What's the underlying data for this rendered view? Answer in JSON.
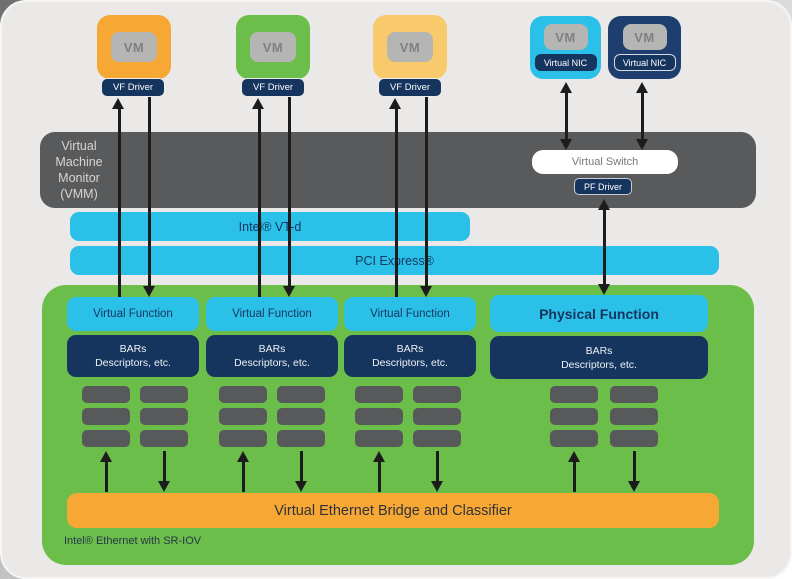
{
  "vms": [
    {
      "label": "VM",
      "driver_label": "VF Driver",
      "color": "#F7A733"
    },
    {
      "label": "VM",
      "driver_label": "VF Driver",
      "color": "#6CBE4B"
    },
    {
      "label": "VM",
      "driver_label": "VF Driver",
      "color": "#F9CA6B"
    },
    {
      "label": "VM",
      "nic_label": "Virtual NIC",
      "color": "#2BC0E8"
    },
    {
      "label": "VM",
      "nic_label": "Virtual NIC",
      "color": "#1D3E6E"
    }
  ],
  "vmm": {
    "label": "Virtual Machine Monitor (VMM)",
    "virtual_switch_label": "Virtual Switch",
    "pf_driver_label": "PF Driver"
  },
  "layers": {
    "vtd_label": "Intel® VT-d",
    "pci_label": "PCI Express®"
  },
  "adapter": {
    "virtual_function_labels": [
      "Virtual Function",
      "Virtual Function",
      "Virtual Function"
    ],
    "physical_function_label": "Physical Function",
    "bars_line1": "BARs",
    "bars_line2": "Descriptors, etc.",
    "bridge_label": "Virtual Ethernet Bridge and Classifier",
    "footer_label": "Intel® Ethernet with SR-IOV"
  },
  "colors": {
    "panel_background": "#EAE9E7",
    "vmm_band": "#595A5C",
    "cyan_layer": "#2BC0E8",
    "navy": "#16355E",
    "green_adapter": "#6CBE4B",
    "orange_bridge": "#F7A733",
    "queue_gray": "#58595B",
    "arrow": "#1C1C1C"
  }
}
